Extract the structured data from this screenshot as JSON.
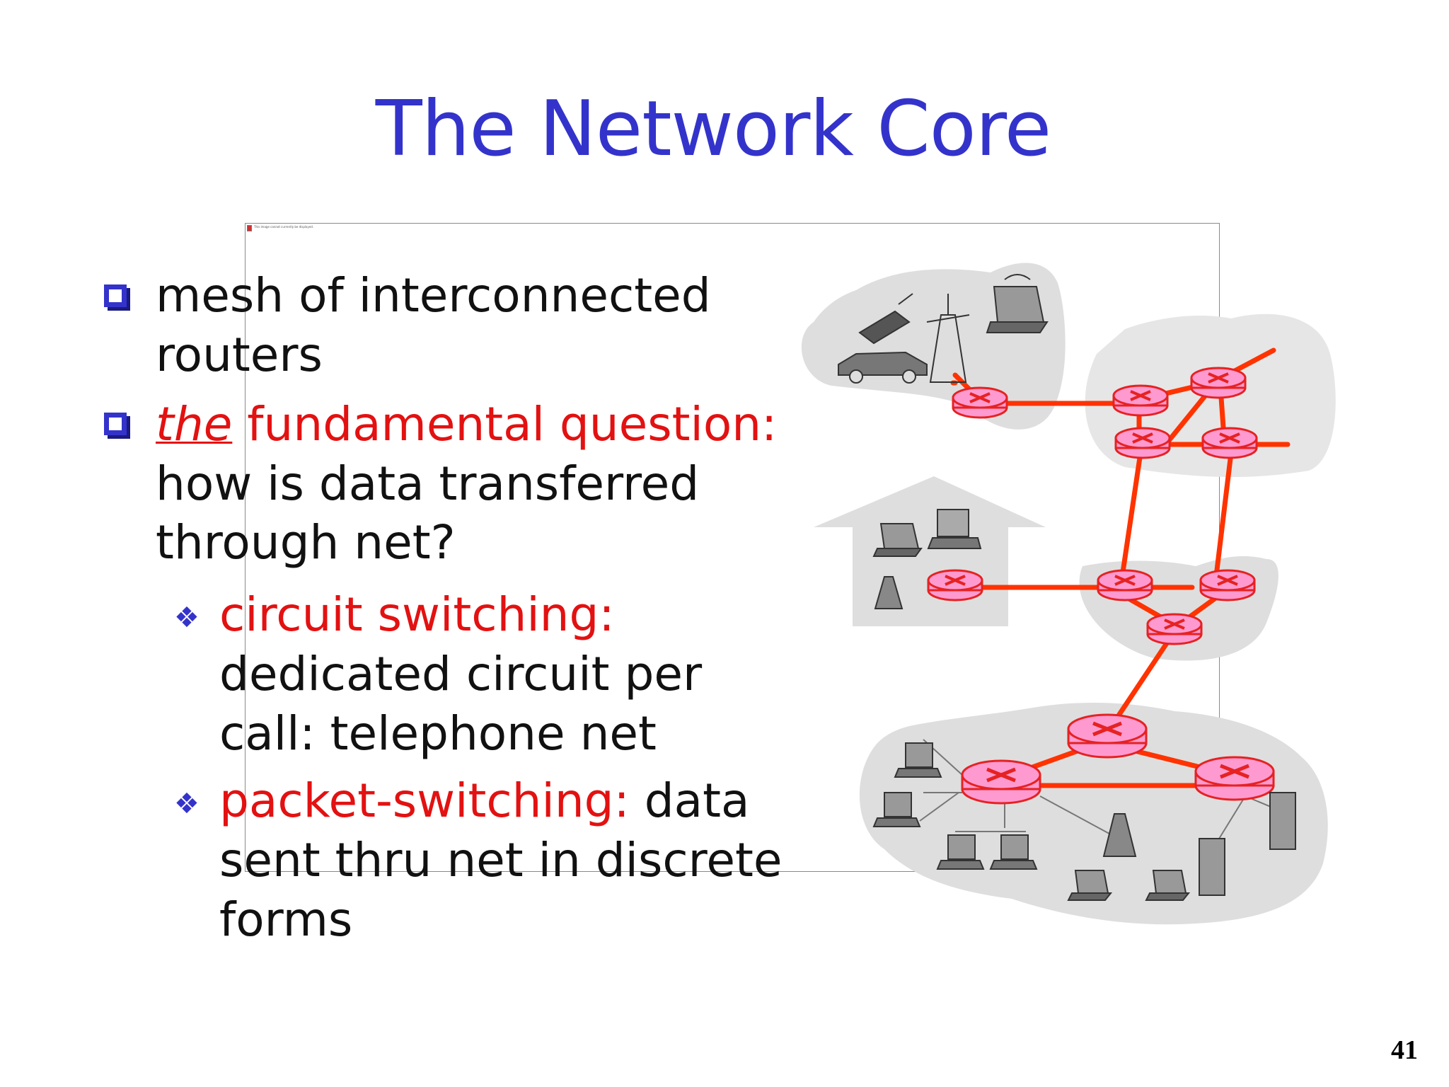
{
  "slide": {
    "title": "The Network Core",
    "page_number": "41",
    "bullets": [
      {
        "lines": [
          "mesh of interconnected",
          "routers"
        ]
      },
      {
        "emphasis": "the",
        "heading": " fundamental question:",
        "lines": [
          "how is data transferred",
          "through net?"
        ]
      }
    ],
    "sub_bullets": [
      {
        "heading": "circuit switching:",
        "lines": [
          "dedicated circuit per",
          "call: telephone net"
        ]
      },
      {
        "heading": "packet-switching:",
        "first_line_rest": " data",
        "lines": [
          "sent thru net in discrete",
          "forms"
        ]
      }
    ]
  },
  "image_placeholder": {
    "caption": "This image cannot currently be displayed."
  },
  "diagram": {
    "link_color": "#ff3300",
    "router_color": "#ff9ad1",
    "router_stroke": "#e62222",
    "cloud_color": "#dedede"
  }
}
